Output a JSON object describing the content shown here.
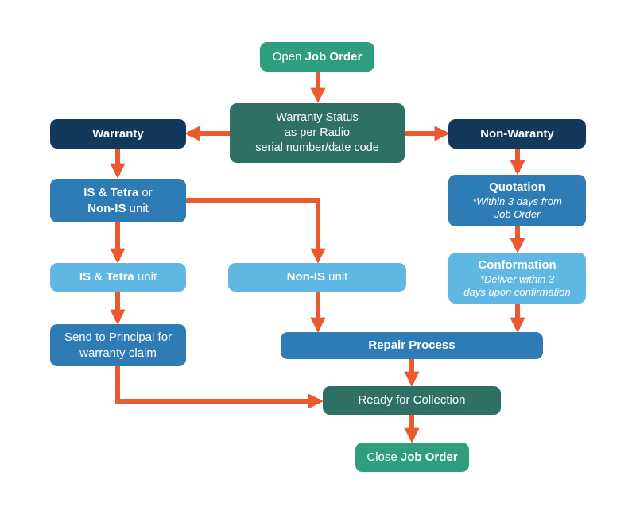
{
  "colors": {
    "green": "#2E9E7E",
    "dark_green": "#2E7164",
    "navy": "#12395B",
    "blue": "#2E7CB5",
    "light_blue": "#61B7E3",
    "orange": "#EA5A2E",
    "text": "#FFFFFF",
    "background": "#FFFFFF"
  },
  "nodes": {
    "open_job_order": {
      "normal": "Open ",
      "bold": "Job Order"
    },
    "warranty_status": {
      "line1": "Warranty Status",
      "line2": "as per Radio",
      "line3": "serial number/date code"
    },
    "warranty": {
      "label": "Warranty"
    },
    "non_warranty": {
      "label": "Non-Waranty"
    },
    "is_tetra_or_non_is": {
      "line1_bold": "IS & Tetra",
      "line1_rest": " or",
      "line2_bold": "Non-IS",
      "line2_rest": " unit"
    },
    "quotation": {
      "title": "Quotation",
      "note_line1": "*Within 3 days from",
      "note_line2": "Job Order"
    },
    "is_tetra_unit": {
      "bold": "IS & Tetra",
      "rest": " unit"
    },
    "non_is_unit": {
      "bold": "Non-IS",
      "rest": " unit"
    },
    "conformation": {
      "title": "Conformation",
      "note_line1": "*Deliver within 3",
      "note_line2": "days upon confirmation"
    },
    "send_to_principal": {
      "line1": "Send to Principal for",
      "line2": "warranty claim"
    },
    "repair_process": {
      "label": "Repair Process"
    },
    "ready_for_collection": {
      "label": "Ready for Collection"
    },
    "close_job_order": {
      "normal": "Close ",
      "bold": "Job Order"
    }
  }
}
